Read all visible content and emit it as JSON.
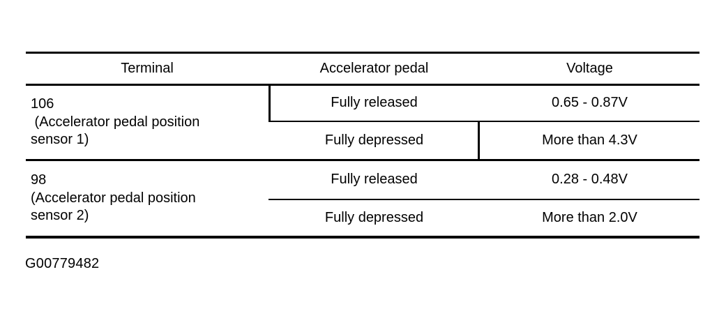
{
  "document": {
    "caption": "G00779482",
    "background_color": "#ffffff",
    "text_color": "#000000"
  },
  "table": {
    "headers": [
      "Terminal",
      "Accelerator pedal",
      "Voltage"
    ],
    "groups": [
      {
        "terminal_number": "106",
        "terminal_description_line1": " (Accelerator pedal position",
        "terminal_description_line2": "sensor 1)",
        "rows": [
          {
            "pedal": "Fully released",
            "voltage": "0.65 - 0.87V"
          },
          {
            "pedal": "Fully depressed",
            "voltage": "More than 4.3V"
          }
        ]
      },
      {
        "terminal_number": "98",
        "terminal_description_line1": "(Accelerator pedal position",
        "terminal_description_line2": "sensor 2)",
        "rows": [
          {
            "pedal": "Fully released",
            "voltage": "0.28 - 0.48V"
          },
          {
            "pedal": "Fully depressed",
            "voltage": "More than 2.0V"
          }
        ]
      }
    ]
  }
}
